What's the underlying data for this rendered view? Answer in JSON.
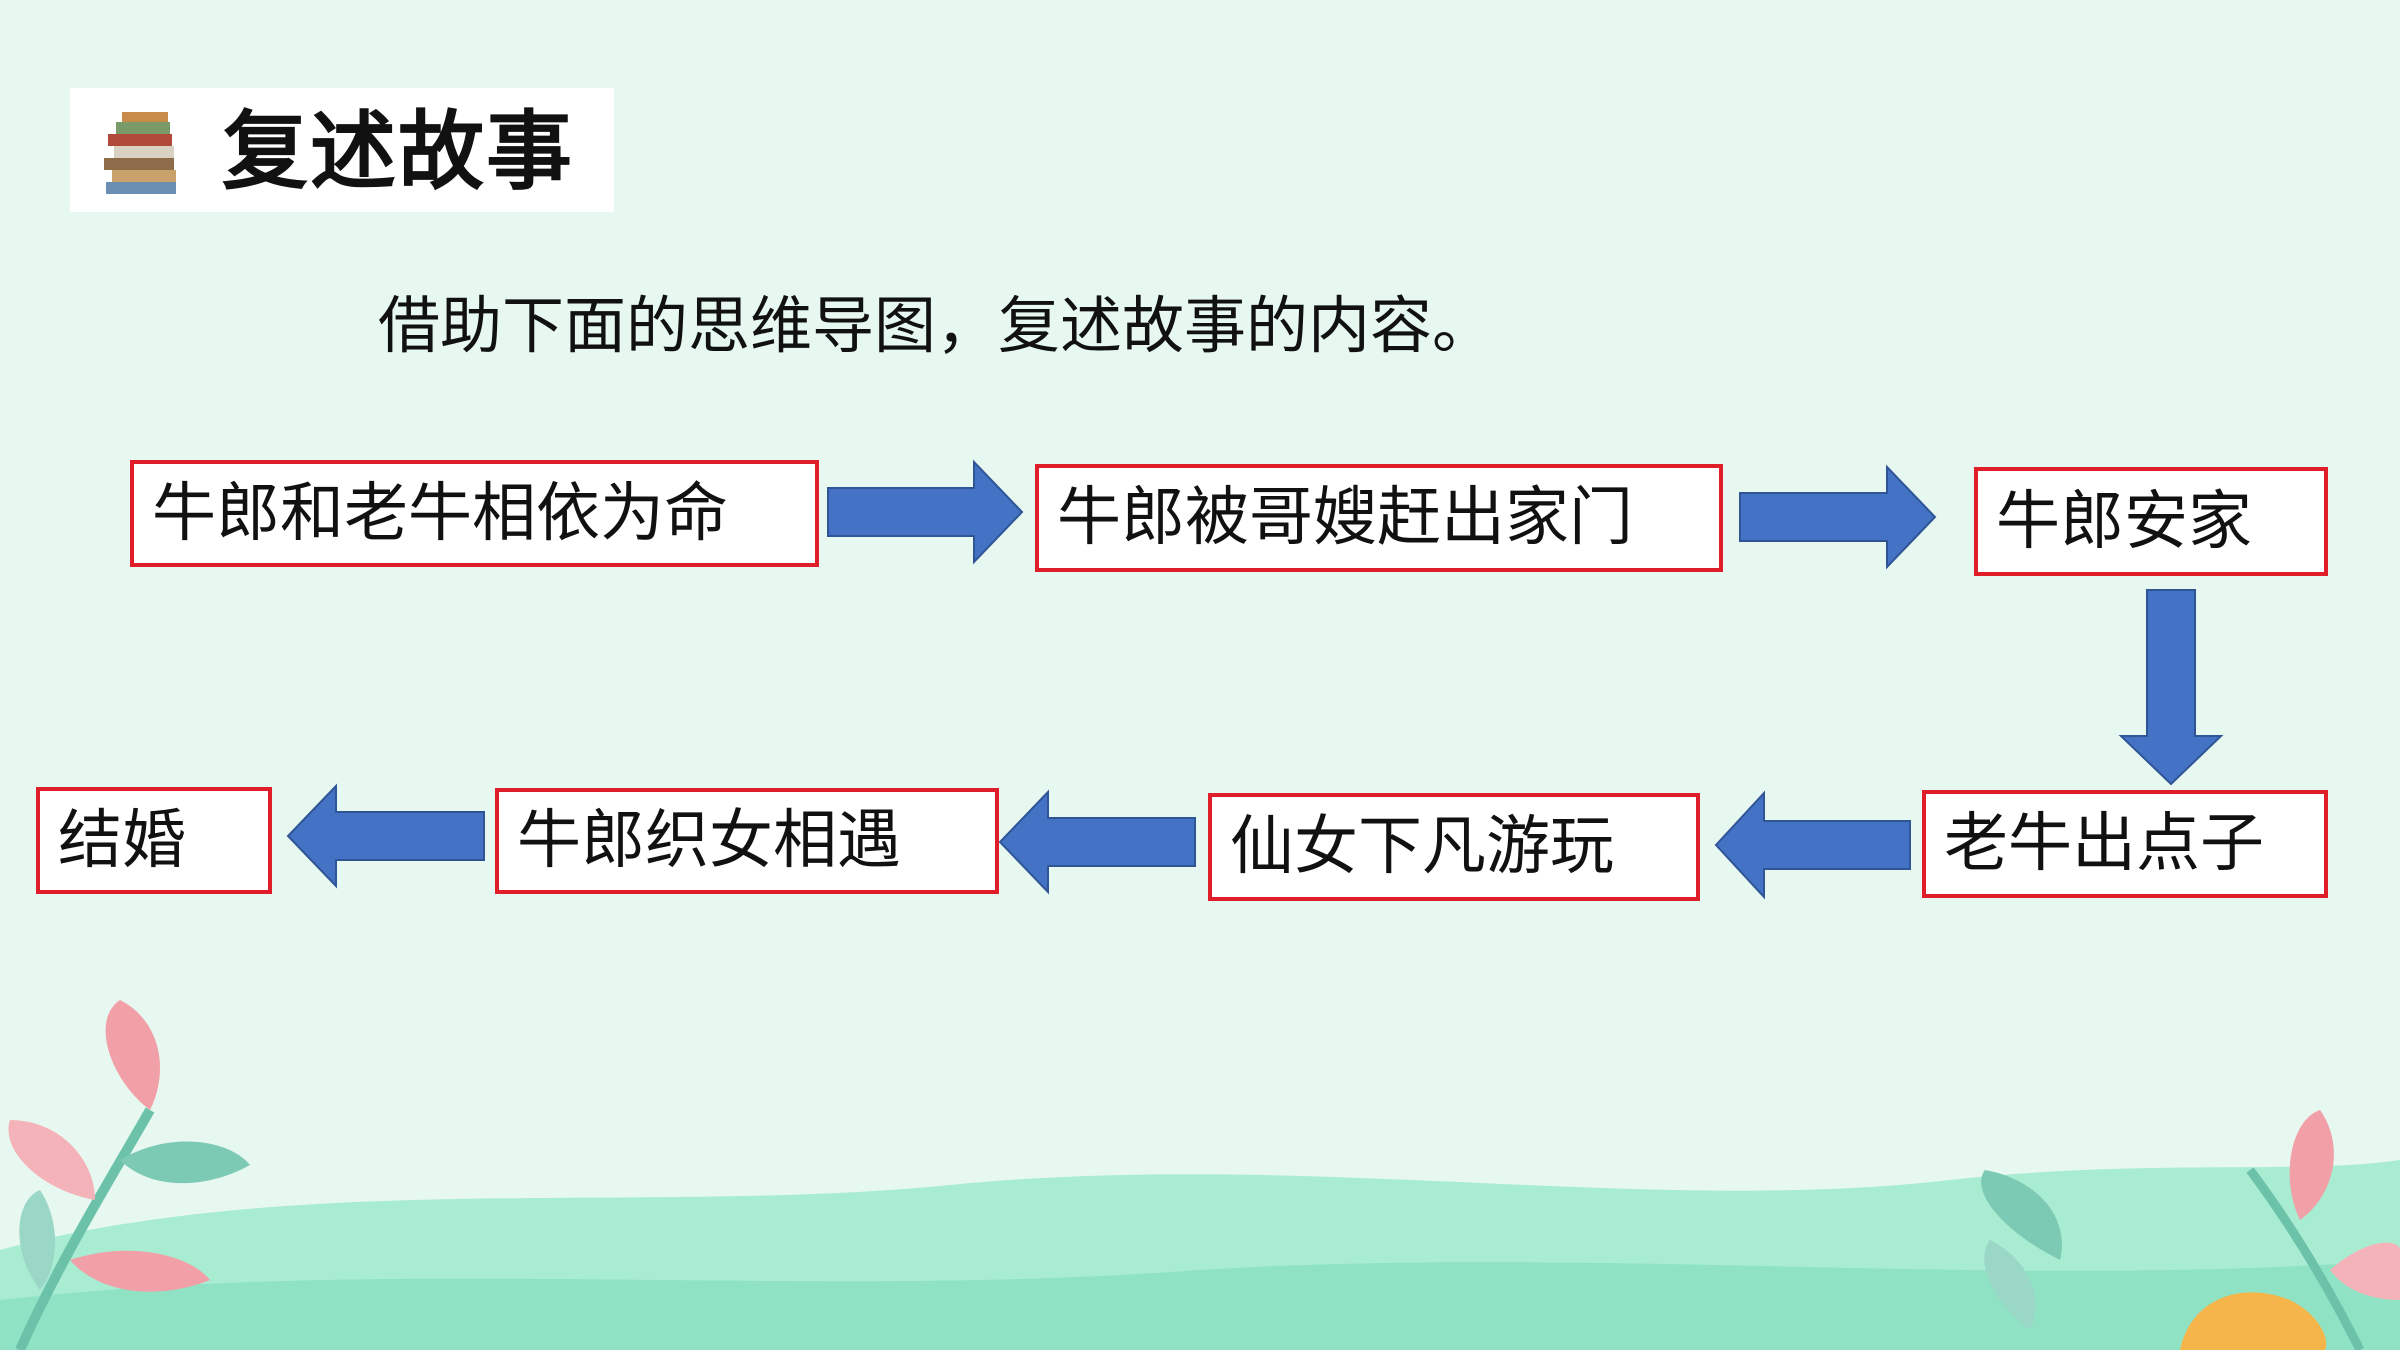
{
  "header": {
    "title": "复述故事",
    "icon": "books-stack-icon"
  },
  "instruction": "借助下面的思维导图，复述故事的内容。",
  "flow": {
    "nodes": [
      {
        "id": "n1",
        "label": "牛郎和老牛相依为命"
      },
      {
        "id": "n2",
        "label": "牛郎被哥嫂赶出家门"
      },
      {
        "id": "n3",
        "label": "牛郎安家"
      },
      {
        "id": "n4",
        "label": "老牛出点子"
      },
      {
        "id": "n5",
        "label": "仙女下凡游玩"
      },
      {
        "id": "n6",
        "label": "牛郎织女相遇"
      },
      {
        "id": "n7",
        "label": "结婚"
      }
    ],
    "edges": [
      {
        "from": "n1",
        "to": "n2",
        "direction": "right"
      },
      {
        "from": "n2",
        "to": "n3",
        "direction": "right"
      },
      {
        "from": "n3",
        "to": "n4",
        "direction": "down"
      },
      {
        "from": "n4",
        "to": "n5",
        "direction": "left"
      },
      {
        "from": "n5",
        "to": "n6",
        "direction": "left"
      },
      {
        "from": "n6",
        "to": "n7",
        "direction": "left"
      }
    ]
  },
  "colors": {
    "background": "#e6f8f0",
    "node_border": "#e01e2a",
    "arrow_fill": "#4472c4",
    "arrow_stroke": "#2f5597",
    "hill_light": "#a8ecd2",
    "hill_dark": "#7fdcbc",
    "leaf_pink": "#f2a0a8",
    "leaf_green": "#7cc9b4",
    "accent_orange": "#f5b54a"
  }
}
